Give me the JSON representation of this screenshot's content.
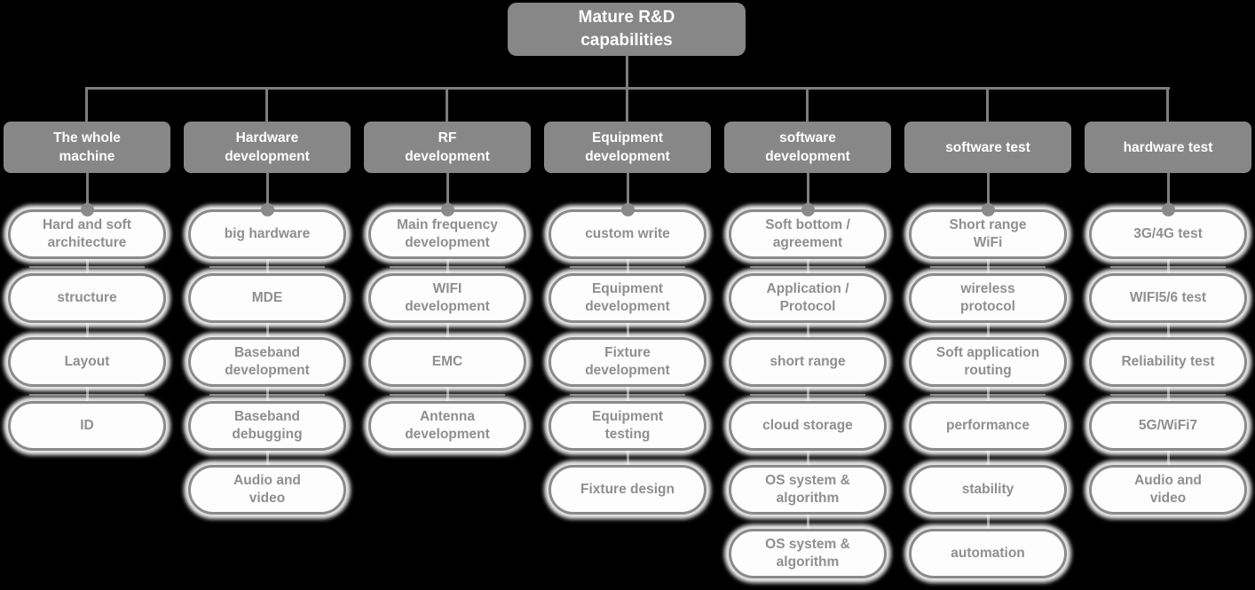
{
  "title": "Mature R&D\ncapabilities",
  "colors": {
    "background": "#000000",
    "node_fill": "#fdfdfd",
    "node_border": "#8a8a8a",
    "node_text": "#8f8f8f",
    "header_fill": "#878787",
    "header_text": "#ffffff",
    "connector": "#7d7d7d"
  },
  "columns": [
    {
      "header": "The whole\nmachine",
      "items": [
        "Hard and soft\narchitecture",
        "structure",
        "Layout",
        "ID"
      ]
    },
    {
      "header": "Hardware\ndevelopment",
      "items": [
        "big hardware",
        "MDE",
        "Baseband\ndevelopment",
        "Baseband\ndebugging",
        "Audio and\nvideo"
      ]
    },
    {
      "header": "RF\ndevelopment",
      "items": [
        "Main frequency\ndevelopment",
        "WIFI\ndevelopment",
        "EMC",
        "Antenna\ndevelopment"
      ]
    },
    {
      "header": "Equipment\ndevelopment",
      "items": [
        "custom write",
        "Equipment\ndevelopment",
        "Fixture\ndevelopment",
        "Equipment\ntesting",
        "Fixture design"
      ]
    },
    {
      "header": "software\ndevelopment",
      "items": [
        "Soft bottom /\nagreement",
        "Application /\nProtocol",
        "short range",
        "cloud storage",
        "OS system &\nalgorithm",
        "OS system &\nalgorithm"
      ]
    },
    {
      "header": "software test",
      "items": [
        "Short range\nWiFi",
        "wireless\nprotocol",
        "Soft application\nrouting",
        "performance",
        "stability",
        "automation"
      ]
    },
    {
      "header": "hardware test",
      "items": [
        "3G/4G test",
        "WIFI5/6 test",
        "Reliability test",
        "5G/WiFi7",
        "Audio and\nvideo"
      ]
    }
  ]
}
